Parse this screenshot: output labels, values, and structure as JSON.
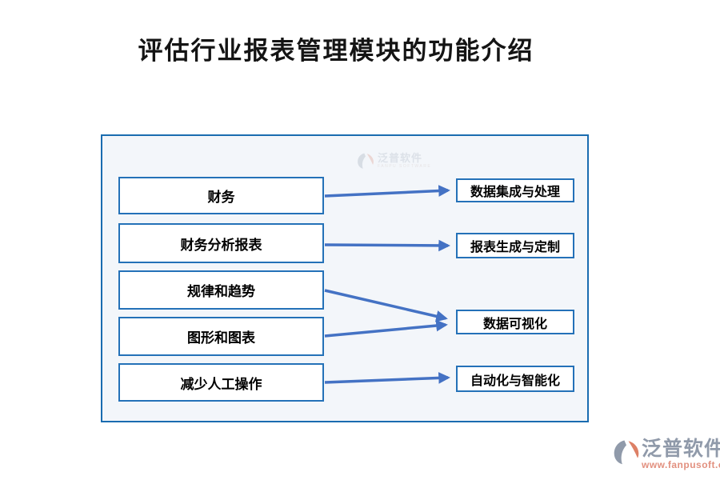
{
  "page": {
    "title": "评估行业报表管理模块的功能介绍"
  },
  "diagram": {
    "left_nodes": [
      {
        "label": "财务"
      },
      {
        "label": "财务分析报表"
      },
      {
        "label": "规律和趋势"
      },
      {
        "label": "图形和图表"
      },
      {
        "label": "减少人工操作"
      }
    ],
    "right_nodes": [
      {
        "label": "数据集成与处理"
      },
      {
        "label": "报表生成与定制"
      },
      {
        "label": "数据可视化"
      },
      {
        "label": "自动化与智能化"
      }
    ],
    "edges": [
      {
        "from": "财务",
        "to": "数据集成与处理"
      },
      {
        "from": "财务分析报表",
        "to": "报表生成与定制"
      },
      {
        "from": "规律和趋势",
        "to": "数据可视化"
      },
      {
        "from": "图形和图表",
        "to": "数据可视化"
      },
      {
        "from": "减少人工操作",
        "to": "自动化与智能化"
      }
    ]
  },
  "watermark": {
    "brand": "泛普软件",
    "brand_sub": "FANPU SOFTWARE"
  },
  "footer_logo": {
    "brand": "泛普软件",
    "url": "www.fanpusoft.com"
  },
  "colors": {
    "panel_border": "#1a6cb0",
    "panel_background": "#f3f6fa",
    "node_border": "#2471b8",
    "arrow": "#4472c4",
    "brand_gray": "#909aaa",
    "brand_salmon": "#e2907f"
  }
}
